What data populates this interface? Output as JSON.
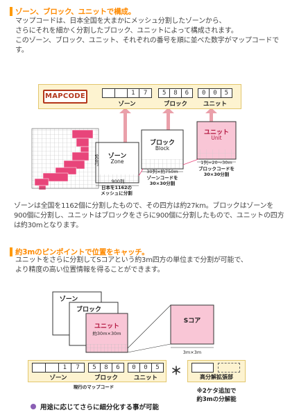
{
  "section1": {
    "heading": "ゾーン、ブロック、ユニットで構成。",
    "paragraph": "マップコードは、日本全国を大まかにメッシュ分割したゾーンから、\nさらにそれを細かく分割したブロック、ユニットによって構成されます。\nこのゾーン、ブロック、ユニット、それぞれの番号を順に並べた数字がマップコードです。",
    "logo_text": "MAPCODE",
    "zone_digits": [
      "",
      "",
      "1",
      "7"
    ],
    "block_digits": [
      "5",
      "8",
      "6"
    ],
    "unit_digits": [
      "0",
      "0",
      "5"
    ],
    "zone_label": "ゾーン",
    "block_label": "ブロック",
    "unit_label": "ユニット",
    "zone_box": {
      "jp": "ゾーン",
      "en": "Zone"
    },
    "block_box": {
      "jp": "ブロック",
      "en": "Block"
    },
    "unit_box": {
      "jp": "ユニット",
      "en": "Unit"
    },
    "zone_side": "900行",
    "zone_bottom": "900列",
    "zone_caption": "日本を1162の\nメッシュに分割",
    "block_dim": "30列×約750m",
    "block_caption": "ゾーンコードを\n30×30分割",
    "unit_dim": "1列=20～30m",
    "unit_caption": "ブロックコードを\n30×30分割",
    "body": "ゾーンは全国を1162個に分割したもので、その四方は約27km。ブロックはゾーンを900個に分割し、ユニットはブロックをさらに900個に分割したもので、ユニットの四方は約30mとなります。"
  },
  "section2": {
    "heading": "約3mのピンポイントで位置をキャッチ。",
    "paragraph": "ユニットをさらに分割してSコアという約3m四方の単位まで分割が可能で、\nより精度の高い位置情報を得ることができます。",
    "zone_label": "ゾーン",
    "block_label": "ブロック",
    "unit_label": "ユニット",
    "unit_size": "約30m×30m",
    "score_label": "Sコア",
    "score_size": "3m×3m",
    "zone_digits": [
      "",
      "",
      "1",
      "7"
    ],
    "block_digits": [
      "5",
      "8",
      "6"
    ],
    "unit_digits": [
      "0",
      "0",
      "5"
    ],
    "current_caption": "現行のマップコード",
    "asterisk": "＊",
    "ext_label": "高分解拡張部",
    "note_line1": "※2ケタ追加で",
    "note_line2": "約3mの分解能",
    "footer": "用途に応じてさらに細分化する事が可能"
  },
  "colors": {
    "accent": "#ff8a00",
    "pink": "#e8457a",
    "pink_light": "#f9c6d6",
    "arrow": "#e87c8a",
    "logo": "#b3361b"
  }
}
